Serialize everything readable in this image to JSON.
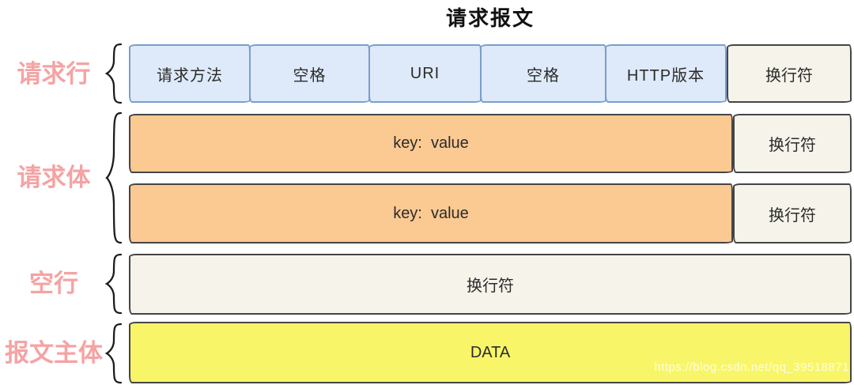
{
  "title": "请求报文",
  "watermark": "https://blog.csdn.net/qq_39518871",
  "colors": {
    "label_pink": "#F5A3A3",
    "blue_fill": "#DEEAF9",
    "blue_border": "#7B9DCE",
    "orange_fill": "#FBC992",
    "beige_fill": "#F6F3EA",
    "yellow_fill": "#F8F668",
    "sketch_border": "#454545",
    "text_dark": "#2B2B2B",
    "title_color": "#111111"
  },
  "sections": [
    {
      "label": "请求行"
    },
    {
      "label": "请求体"
    },
    {
      "label": "空行"
    },
    {
      "label": "报文主体"
    }
  ],
  "rows": {
    "request_line": {
      "cells": [
        "请求方法",
        "空格",
        "URI",
        "空格",
        "HTTP版本"
      ],
      "newline": "换行符"
    },
    "headers": [
      {
        "text": "key:  value",
        "newline": "换行符"
      },
      {
        "text": "key:  value",
        "newline": "换行符"
      }
    ],
    "empty_line": {
      "text": "换行符"
    },
    "body": {
      "text": "DATA"
    }
  }
}
